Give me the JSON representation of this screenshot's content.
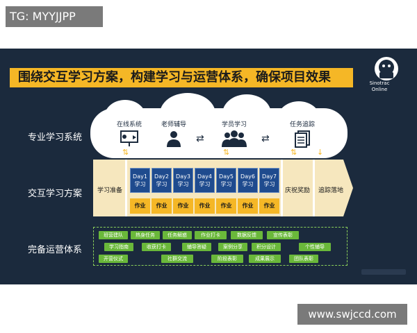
{
  "overlay": {
    "tag_text": "TG: MYYJJPP",
    "site_text": "www.swjccd.com"
  },
  "slide": {
    "title": "围绕交互学习方案，构建学习与运营体系，确保项目效果",
    "brand": "Sinotrac Online",
    "rows": {
      "professional": "专业学习系统",
      "interactive": "交互学习方案",
      "operations": "完备运营体系"
    },
    "cloud_items": [
      "在线系统",
      "老师辅导",
      "学员学习",
      "任务追踪"
    ],
    "flow": {
      "prep": "学习准备",
      "days": [
        "Day1",
        "Day2",
        "Day3",
        "Day4",
        "Day5",
        "Day6",
        "Day7"
      ],
      "day_sub": "学习",
      "work": "作业",
      "reward": "庆祝奖励",
      "landing": "追踪落地"
    },
    "ops_tags": {
      "row1": [
        "班营建队",
        "热身任务",
        "任务解惑",
        "作业打卡",
        "数据反馈",
        "宣传表彰"
      ],
      "row2": [
        "学习指南",
        "收获打卡",
        "辅导答疑",
        "案例分享",
        "积分设计",
        "个性辅导"
      ],
      "row3": [
        "开营仪式",
        "社群交流",
        "阶段表彰",
        "成果展示",
        "团队表彰"
      ]
    }
  }
}
